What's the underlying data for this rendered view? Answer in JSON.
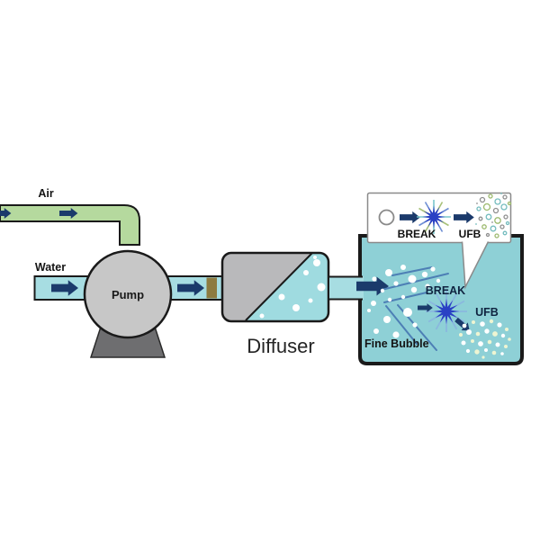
{
  "labels": {
    "air": "Air",
    "water": "Water",
    "pump": "Pump",
    "diffuser": "Diffuser",
    "fine_bubble": "Fine Bubble"
  },
  "tank": {
    "break_label": "BREAK",
    "ufb_label": "UFB"
  },
  "legend": {
    "break_label": "BREAK",
    "ufb_label": "UFB"
  },
  "colors": {
    "air_pipe_green": "#b5d99e",
    "water_pipe_cyan": "#a7dde2",
    "tank_water_cyan": "#8ed0d6",
    "flow_arrow_navy": "#1b3a6b",
    "pump_gray": "#c7c7c7",
    "pump_base_gray": "#6e6e70",
    "diffuser_gray": "#b9b9bb",
    "connector_olive": "#8d7b40",
    "break_star_blue": "#2a41c4",
    "streak_blue": "#4d7fb5"
  }
}
